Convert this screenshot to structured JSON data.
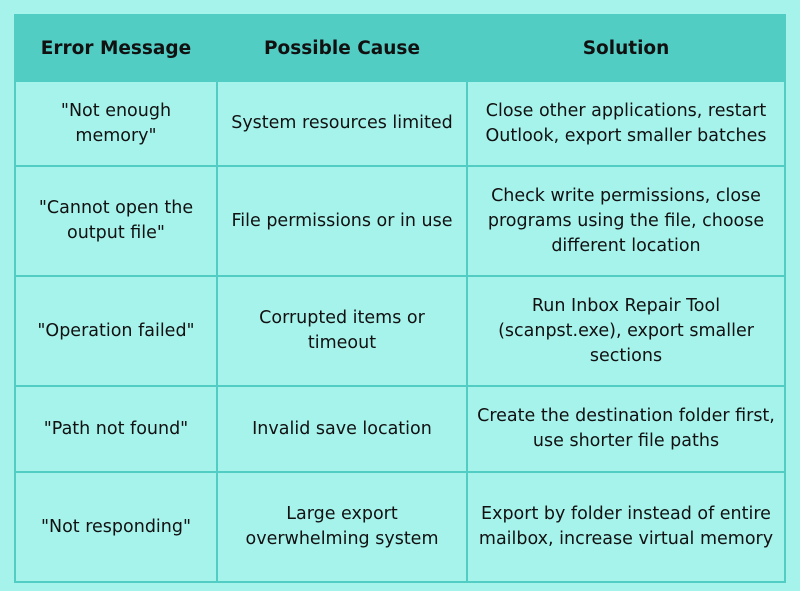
{
  "table": {
    "headers": [
      "Error Message",
      "Possible Cause",
      "Solution"
    ],
    "rows": [
      [
        "\"Not enough memory\"",
        "System resources limited",
        "Close other applications, restart Outlook, export smaller batches"
      ],
      [
        "\"Cannot open the output file\"",
        "File permissions or in use",
        "Check write permissions, close programs using the file, choose different location"
      ],
      [
        "\"Operation failed\"",
        "Corrupted items or timeout",
        "Run Inbox Repair Tool (scanpst.exe), export smaller sections"
      ],
      [
        "\"Path not found\"",
        "Invalid save location",
        "Create the destination folder first, use shorter file paths"
      ],
      [
        "\"Not responding\"",
        "Large export overwhelming system",
        "Export by folder instead of entire mailbox, increase virtual memory"
      ]
    ]
  },
  "colors": {
    "background": "#a6f3ec",
    "header": "#52cdc4",
    "border": "#52cdc4"
  }
}
